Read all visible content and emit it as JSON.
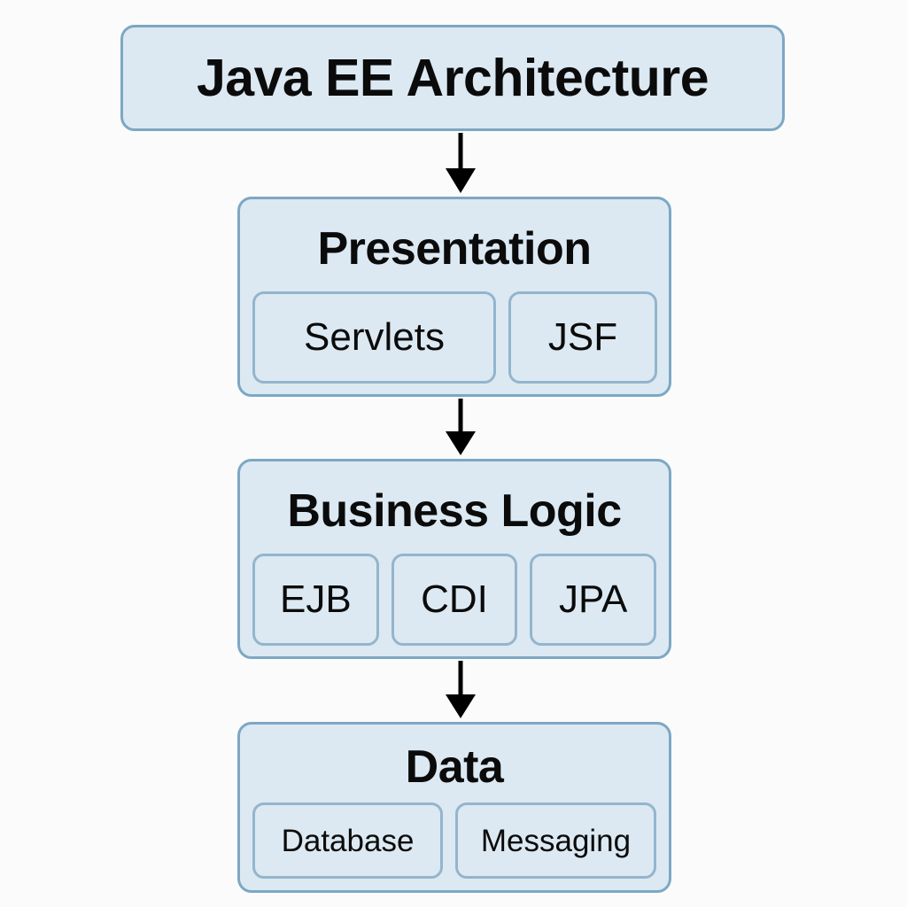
{
  "diagram": {
    "title": "Java EE Architecture",
    "background_color": "#fbfbfb",
    "box_fill_color": "#dce9f2",
    "box_border_color": "#7da7c4",
    "sub_box_border_color": "#93b5cd",
    "text_color": "#0b0b0b",
    "arrow_color": "#000000",
    "layers": [
      {
        "heading": "Presentation",
        "components": [
          {
            "label": "Servlets"
          },
          {
            "label": "JSF"
          }
        ]
      },
      {
        "heading": "Business Logic",
        "components": [
          {
            "label": "EJB"
          },
          {
            "label": "CDI"
          },
          {
            "label": "JPA"
          }
        ]
      },
      {
        "heading": "Data",
        "components": [
          {
            "label": "Database"
          },
          {
            "label": "Messaging"
          }
        ]
      }
    ],
    "arrows": [
      {
        "from": "Java EE Architecture",
        "to": "Presentation",
        "direction": "down"
      },
      {
        "from": "Presentation",
        "to": "Business Logic",
        "direction": "down"
      },
      {
        "from": "Business Logic",
        "to": "Data",
        "direction": "down"
      }
    ]
  }
}
